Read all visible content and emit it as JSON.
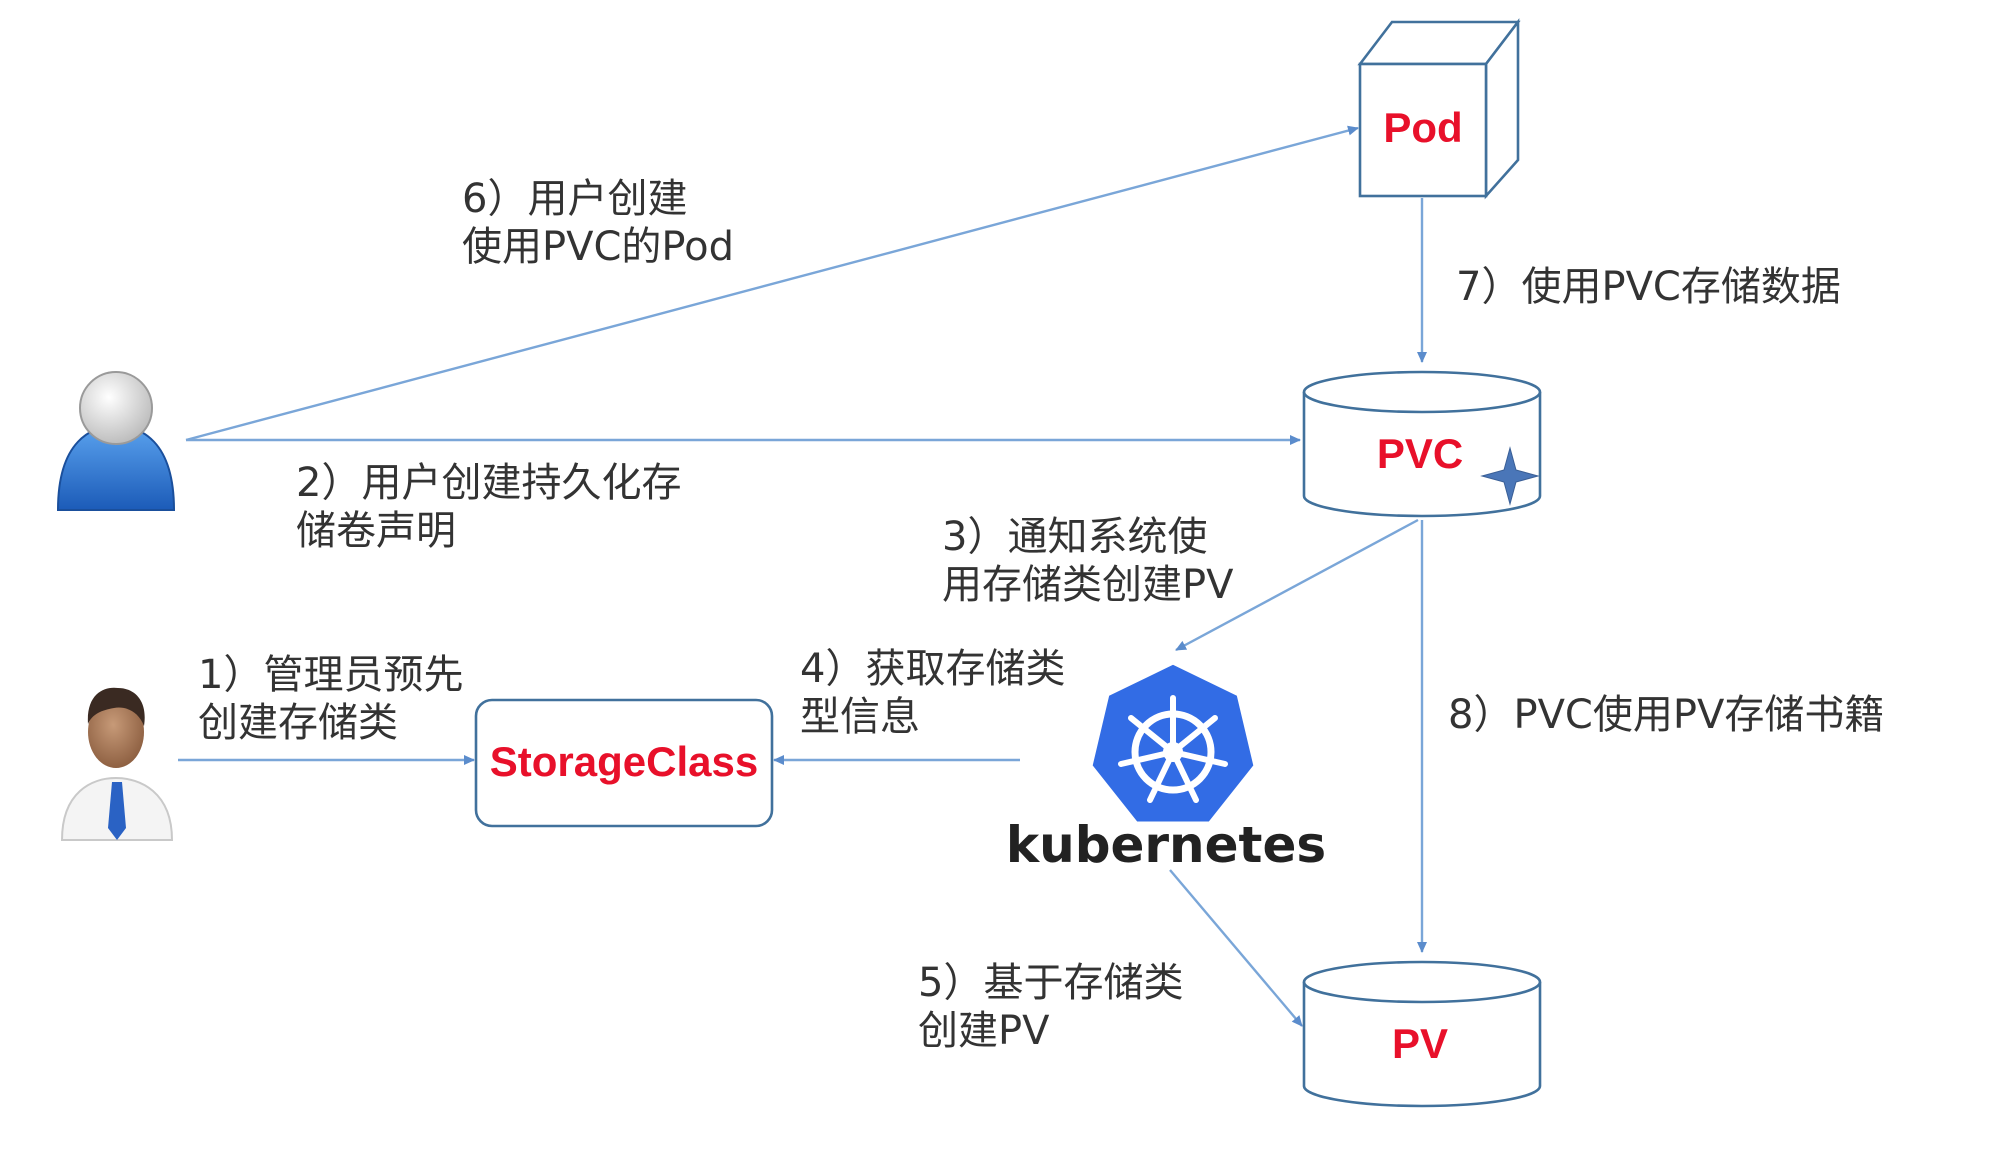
{
  "colors": {
    "edge": "#7aa6d8",
    "shape_stroke": "#41719c",
    "node_label": "#e8102a",
    "step_text": "#333333",
    "k8s_blue": "#326ce5"
  },
  "nodes": {
    "pod": "Pod",
    "pvc": "PVC",
    "pv": "PV",
    "storageclass": "StorageClass",
    "kubernetes": "kubernetes"
  },
  "actors": {
    "user": "user-icon",
    "admin": "admin-icon"
  },
  "steps": {
    "s1": [
      "1）管理员预先",
      "创建存储类"
    ],
    "s2": [
      "2）用户创建持久化存",
      "储卷声明"
    ],
    "s3": [
      "3）通知系统使",
      "用存储类创建PV"
    ],
    "s4": [
      "4）获取存储类",
      "型信息"
    ],
    "s5": [
      "5）基于存储类",
      "创建PV"
    ],
    "s6": [
      "6）用户创建",
      "使用PVC的Pod"
    ],
    "s7": [
      "7）使用PVC存储数据"
    ],
    "s8": [
      "8）PVC使用PV存储书籍"
    ]
  }
}
